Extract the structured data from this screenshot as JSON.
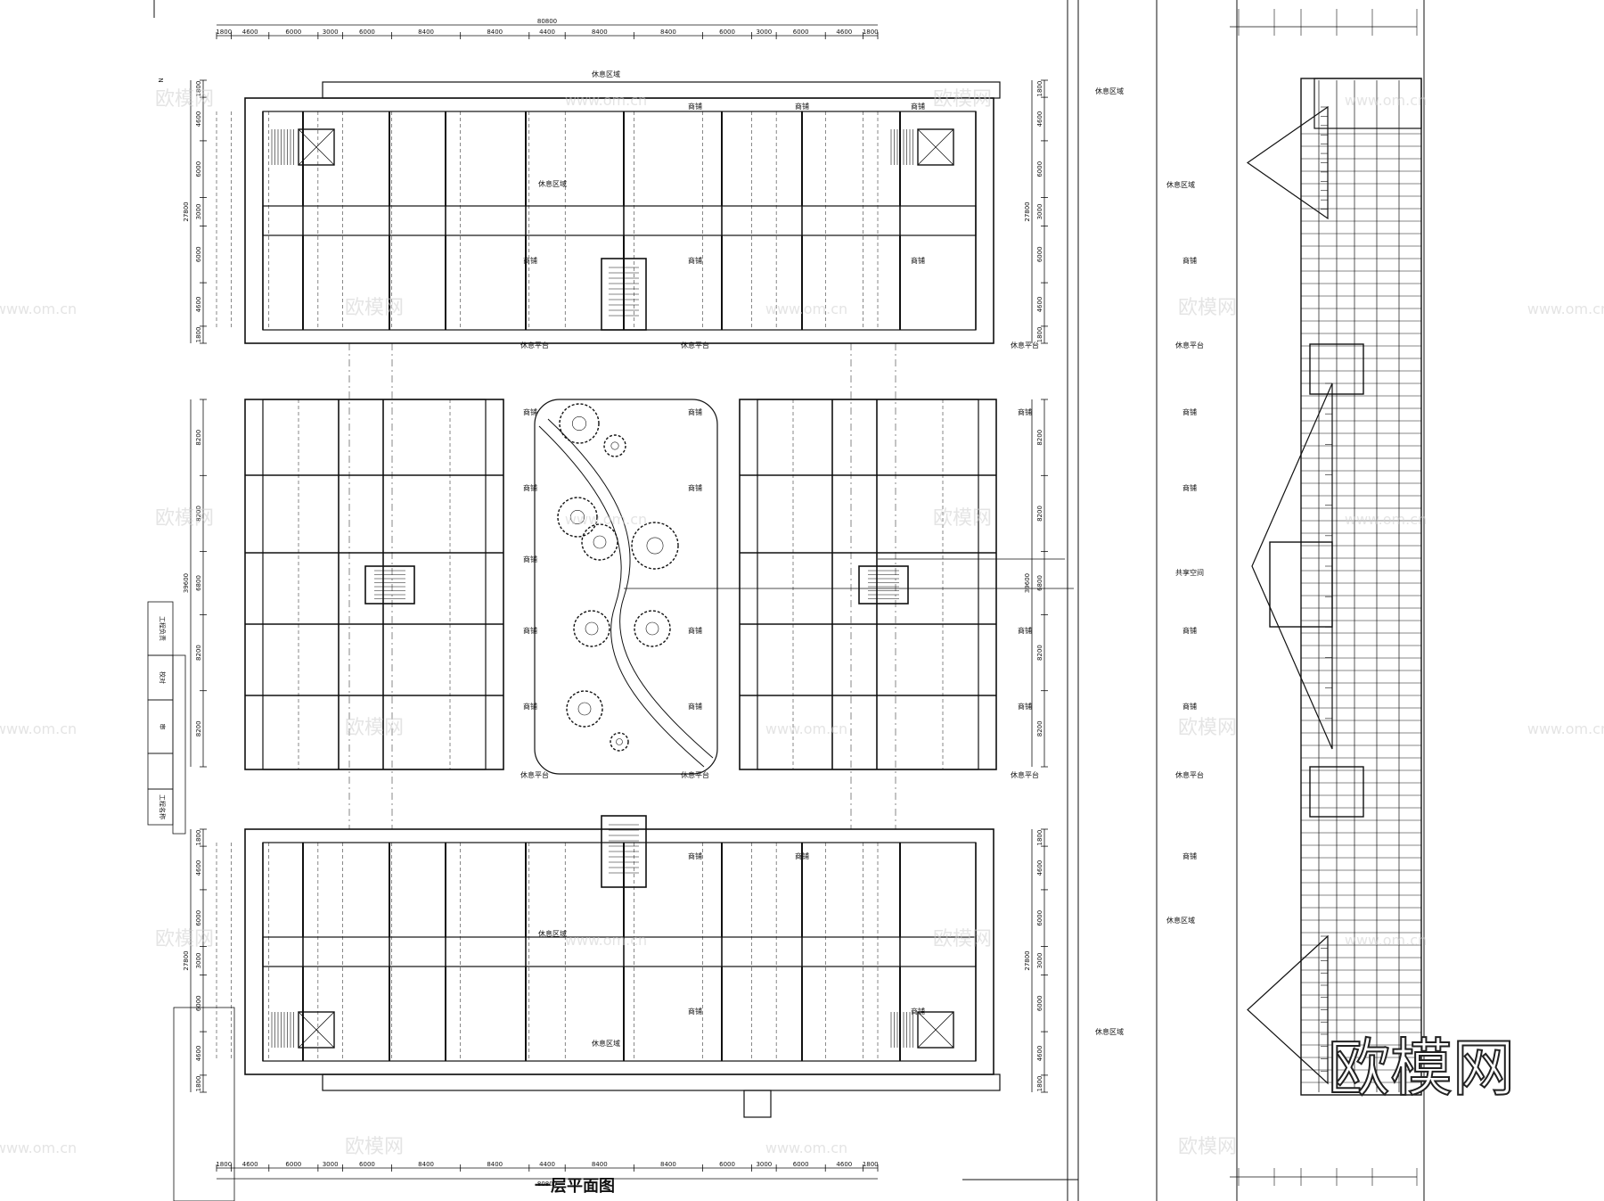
{
  "plan": {
    "title": "一层平面图",
    "total_width": "80800",
    "bays_top": [
      "1800",
      "4600",
      "6000",
      "3000",
      "6000",
      "8400",
      "8400",
      "4400",
      "8400",
      "8400",
      "6000",
      "3000",
      "6000",
      "4600",
      "1800"
    ],
    "bays_bottom": [
      "1800",
      "4600",
      "6000",
      "3000",
      "6000",
      "8400",
      "8400",
      "4400",
      "8400",
      "8400",
      "6000",
      "3000",
      "6000",
      "4600",
      "1800"
    ],
    "top_block_rows": [
      "1800",
      "4600",
      "6000",
      "3000",
      "6000",
      "4600",
      "1800"
    ],
    "top_block_total": "27800",
    "middle_rows": [
      "8200",
      "8200",
      "6800",
      "8200",
      "8200"
    ],
    "middle_total": "39600",
    "bottom_block_rows": [
      "1800",
      "4600",
      "6000",
      "3000",
      "6000",
      "4600",
      "1800"
    ],
    "bottom_block_total": "27800",
    "labels": {
      "rest_area": "休息区域",
      "shop": "商铺",
      "rest_platform": "休息平台",
      "shared_space": "共享空间"
    }
  },
  "left_margin": {
    "north_mark": "N",
    "title_block_cells": [
      "工程负责",
      "校对",
      "审",
      "工程名称"
    ]
  },
  "watermarks": {
    "site_cn": "欧模网",
    "site_en": "www.om.cn",
    "domain_short": "om.cn",
    "big": "欧模网"
  }
}
